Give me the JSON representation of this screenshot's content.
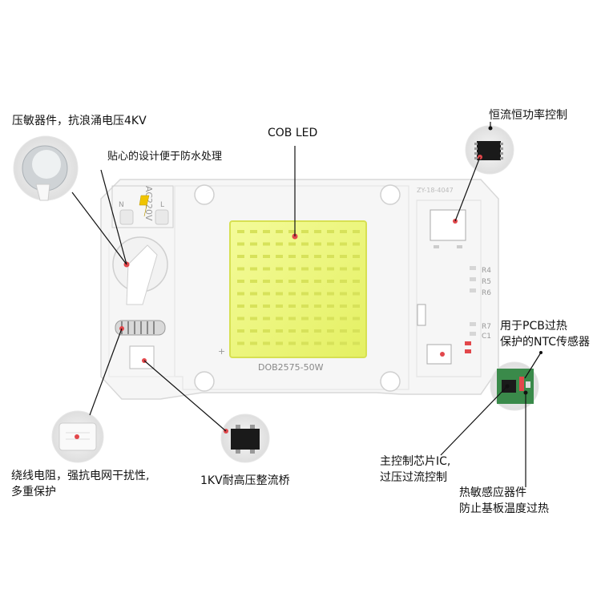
{
  "board": {
    "rating_print": "AC220V",
    "l_print": "L",
    "n_print": "N",
    "model_print": "DOB2575-50W",
    "serial_print": "ZY-18-4047",
    "plus_print": "+",
    "resistor_labels": [
      "R4",
      "R5",
      "R6",
      "R7",
      "C1"
    ]
  },
  "callouts": {
    "surge": "压敏器件，抗浪涌电压4KV",
    "waterproof": "贴心的设计便于防水处理",
    "cob_led": "COB LED",
    "constant_current": "恒流恒功率控制",
    "ntc_line1": "用于PCB过热",
    "ntc_line2": "保护的NTC传感器",
    "resistor_line1": "绕线电阻，强抗电网干扰性,",
    "resistor_line2": "多重保护",
    "bridge": "1KV耐高压整流桥",
    "ic_line1": "主控制芯片IC,",
    "ic_line2": "过压过流控制",
    "thermal_line1": "热敏感应器件",
    "thermal_line2": "防止基板温度过热"
  },
  "colors": {
    "board": "#f7f7f7",
    "board_edge": "#dcdcdc",
    "led": "#eef77e",
    "pointer_dot": "#e2474b",
    "line": "#111111"
  }
}
